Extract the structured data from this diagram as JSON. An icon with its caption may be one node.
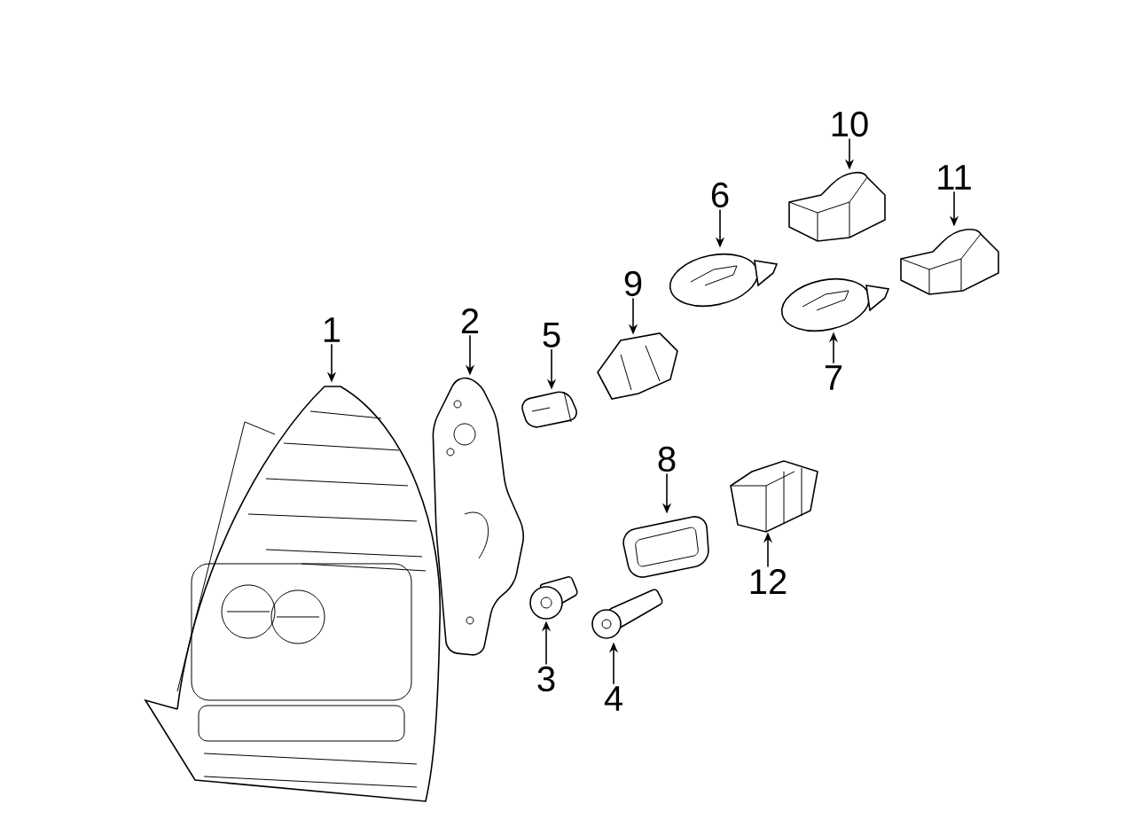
{
  "diagram": {
    "nodes": [
      {
        "text": [
          "1"
        ]
      },
      {
        "text": [
          "2"
        ]
      },
      {
        "text": [
          "3"
        ]
      },
      {
        "text": [
          "4"
        ]
      },
      {
        "text": [
          "5"
        ]
      },
      {
        "text": [
          "6"
        ]
      },
      {
        "text": [
          "7"
        ]
      },
      {
        "text": [
          "8"
        ]
      },
      {
        "text": [
          "9"
        ]
      },
      {
        "text": [
          "10"
        ]
      },
      {
        "text": [
          "11"
        ]
      },
      {
        "text": [
          "12"
        ]
      },
      {
        "text": [],
        "shape": "picture"
      },
      {
        "text": [],
        "shape": "picture"
      },
      {
        "text": [],
        "shape": "picture"
      },
      {
        "text": [],
        "shape": "picture"
      },
      {
        "text": [],
        "shape": "picture"
      },
      {
        "text": [],
        "shape": "picture"
      },
      {
        "text": [],
        "shape": "picture"
      },
      {
        "text": [],
        "shape": "picture"
      },
      {
        "text": [],
        "shape": "picture"
      },
      {
        "text": [],
        "shape": "picture"
      },
      {
        "text": [],
        "shape": "picture"
      },
      {
        "text": [],
        "shape": "picture"
      }
    ],
    "edges": [
      {
        "from": 0,
        "to": 12,
        "arrow": "to"
      },
      {
        "from": 1,
        "to": 13,
        "arrow": "to"
      },
      {
        "from": 2,
        "to": 14,
        "arrow": "to"
      },
      {
        "from": 3,
        "to": 15,
        "arrow": "to"
      },
      {
        "from": 4,
        "to": 16,
        "arrow": "to"
      },
      {
        "from": 5,
        "to": 17,
        "arrow": "to"
      },
      {
        "from": 6,
        "to": 18,
        "arrow": "to"
      },
      {
        "from": 7,
        "to": 19,
        "arrow": "to"
      },
      {
        "from": 8,
        "to": 20,
        "arrow": "to"
      },
      {
        "from": 9,
        "to": 21,
        "arrow": "to"
      },
      {
        "from": 10,
        "to": 22,
        "arrow": "to"
      },
      {
        "from": 11,
        "to": 23,
        "arrow": "to"
      }
    ]
  }
}
